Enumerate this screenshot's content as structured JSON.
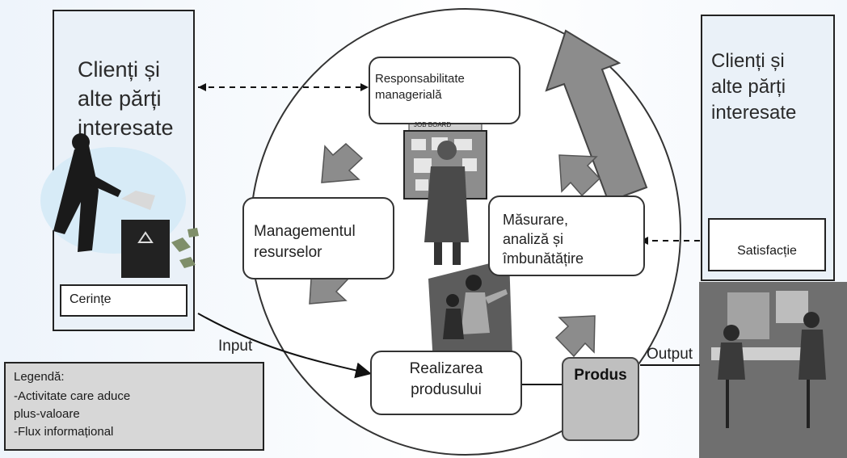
{
  "left_panel": {
    "title_lines": [
      "Clienți și",
      "alte părți",
      "interesate"
    ],
    "requirement_label": "Cerințe"
  },
  "right_panel": {
    "title_lines": [
      "Clienți și",
      "alte părți",
      "interesate"
    ],
    "satisfaction_label": "Satisfacție"
  },
  "process": {
    "responsibility": [
      "Responsabilitate",
      "managerială"
    ],
    "resources": [
      "Managementul",
      "resurselor"
    ],
    "measurement": [
      "Măsurare,",
      "analiză și",
      "îmbunătățire"
    ],
    "realization": [
      "Realizarea",
      "produsului"
    ],
    "board_label": "JOB BOARD"
  },
  "flow": {
    "input_label": "Input",
    "output_label": "Output",
    "product_label": "Produs"
  },
  "legend": {
    "title": "Legendă:",
    "item1_line1": "-Activitate care aduce",
    "item1_line2": "plus-valoare",
    "item2": "-Flux informațional"
  },
  "colors": {
    "arrow_gray": "#8c8c8c",
    "panel_fill": "#eaf1f8",
    "legend_fill": "#d7d7d7",
    "product_fill": "#bfbfbf"
  }
}
